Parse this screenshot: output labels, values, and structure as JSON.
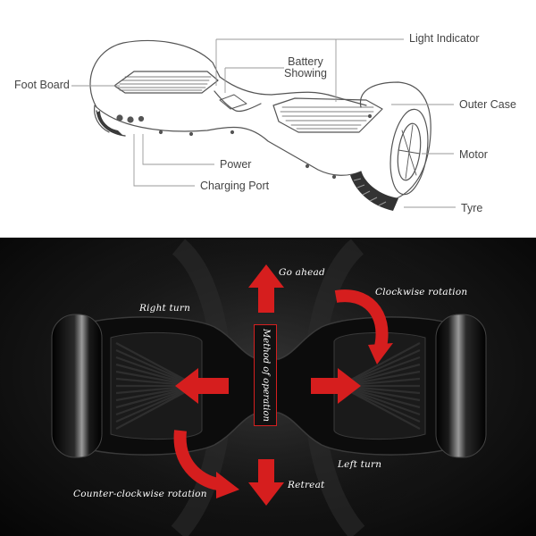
{
  "diagram": {
    "labels": {
      "foot_board": "Foot Board",
      "battery_showing": "Battery\nShowing",
      "light_indicator": "Light Indicator",
      "outer_case": "Outer Case",
      "motor": "Motor",
      "power": "Power",
      "charging_port": "Charging Port",
      "tyre": "Tyre"
    }
  },
  "operation": {
    "title": "Method of operation",
    "go_ahead": "Go ahead",
    "retreat": "Retreat",
    "right_turn": "Right turn",
    "left_turn": "Left turn",
    "clockwise": "Clockwise rotation",
    "counter_clockwise": "Counter-clockwise rotation"
  },
  "colors": {
    "arrow": "#d61e1e",
    "line": "#666666",
    "board": "#0c0c0c"
  }
}
